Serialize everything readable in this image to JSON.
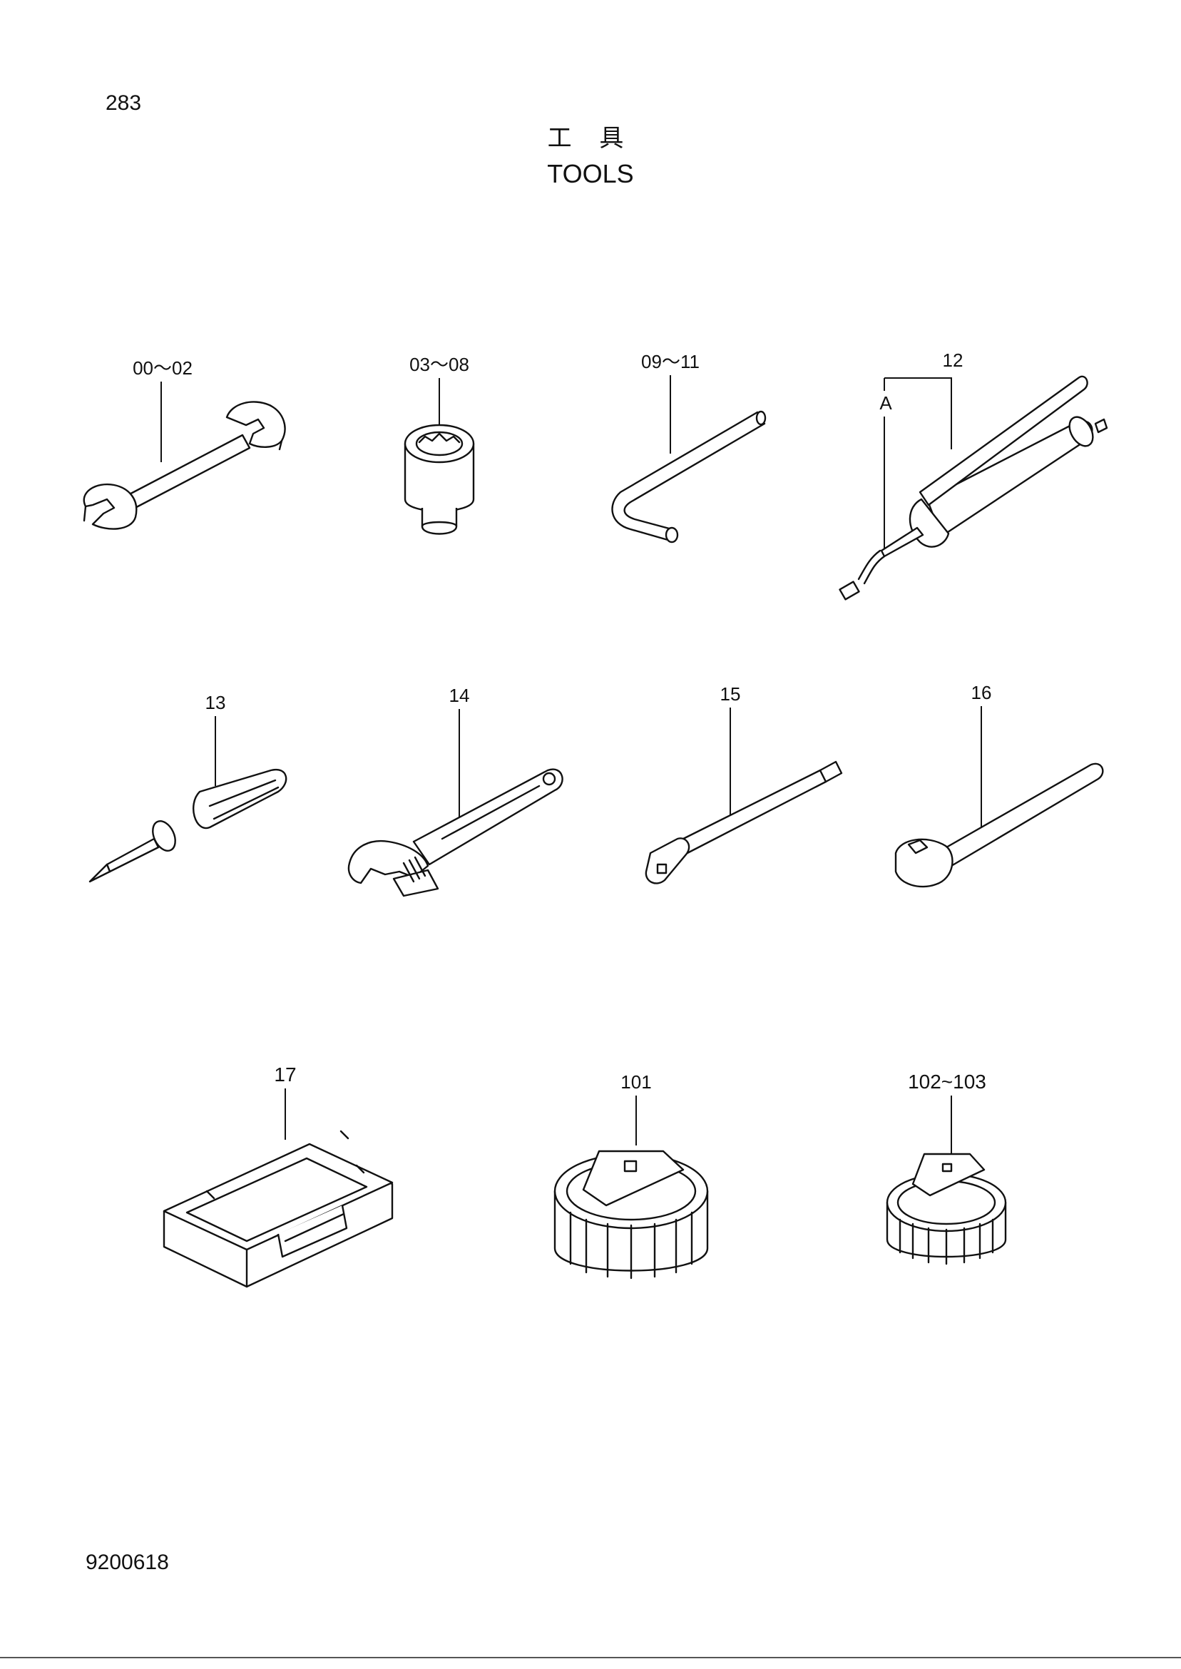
{
  "header": {
    "page_number": "283",
    "title_jp": "工 具",
    "title_en": "TOOLS"
  },
  "footer": {
    "doc_code": "9200618"
  },
  "parts": [
    {
      "ref": "00～02",
      "icon": "open-end-wrench-icon"
    },
    {
      "ref": "03～08",
      "icon": "socket-icon"
    },
    {
      "ref": "09～11",
      "icon": "hex-key-icon"
    },
    {
      "ref": "12",
      "sub_ref": "A",
      "icon": "grease-gun-icon"
    },
    {
      "ref": "13",
      "icon": "screwdriver-icon"
    },
    {
      "ref": "14",
      "icon": "adjustable-wrench-icon"
    },
    {
      "ref": "15",
      "icon": "extension-bar-icon"
    },
    {
      "ref": "16",
      "icon": "ratchet-handle-icon"
    },
    {
      "ref": "17",
      "icon": "tool-box-icon"
    },
    {
      "ref": "101",
      "icon": "filter-wrench-large-icon"
    },
    {
      "ref": "102~103",
      "icon": "filter-wrench-small-icon"
    }
  ]
}
